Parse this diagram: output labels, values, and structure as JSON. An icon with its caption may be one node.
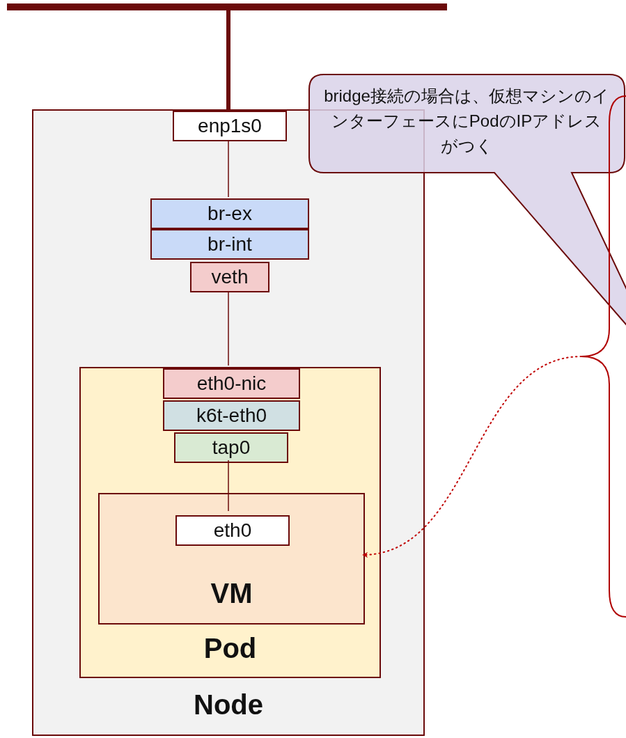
{
  "diagram": {
    "nodes": [
      {
        "text": [
          "Node"
        ]
      },
      {
        "text": [
          "enp1s0"
        ],
        "in": 0
      },
      {
        "text": [
          "br-ex"
        ],
        "in": 0
      },
      {
        "text": [
          "br-int"
        ],
        "in": 0
      },
      {
        "text": [
          "veth"
        ],
        "in": 0
      },
      {
        "text": [
          "Pod"
        ],
        "in": 0
      },
      {
        "text": [
          "eth0-nic"
        ],
        "in": 5
      },
      {
        "text": [
          "k6t-eth0"
        ],
        "in": 5
      },
      {
        "text": [
          "tap0"
        ],
        "in": 5
      },
      {
        "text": [
          "VM"
        ],
        "in": 5
      },
      {
        "text": [
          "eth0"
        ],
        "in": 9
      },
      {
        "text": [
          "bridge接続の場合は、仮想マシンのインターフェースにPodのIPアドレスがつく"
        ]
      },
      {
        "text": [],
        "shape": "brace"
      },
      {
        "text": [],
        "shape": "bar"
      }
    ],
    "edges": [
      {
        "from": 13,
        "to": 1,
        "arrow": "none",
        "style": "thick",
        "color": "#6b0a0a"
      },
      {
        "from": 1,
        "to": 2,
        "arrow": "none"
      },
      {
        "from": 4,
        "to": 6,
        "arrow": "none"
      },
      {
        "from": 8,
        "to": 10,
        "arrow": "none"
      },
      {
        "from": 12,
        "to": 9,
        "arrow": "to",
        "style": "dashed",
        "color": "#c00000"
      }
    ]
  }
}
